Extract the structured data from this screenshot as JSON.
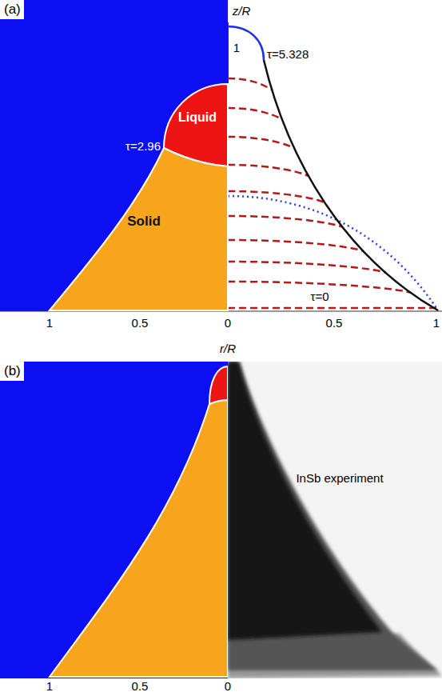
{
  "diagram": {
    "nodes": [
      {
        "text": [
          "Liquid"
        ]
      },
      {
        "text": [
          "Solid"
        ]
      }
    ],
    "labels": [
      "(a)",
      "z/R",
      "1",
      "τ=5.328",
      "τ=2.96",
      "τ=0",
      "1",
      "0.5",
      "0",
      "0.5",
      "1",
      "r/R",
      "(b)",
      "InSb experiment",
      "1",
      "0.5",
      "0"
    ]
  }
}
